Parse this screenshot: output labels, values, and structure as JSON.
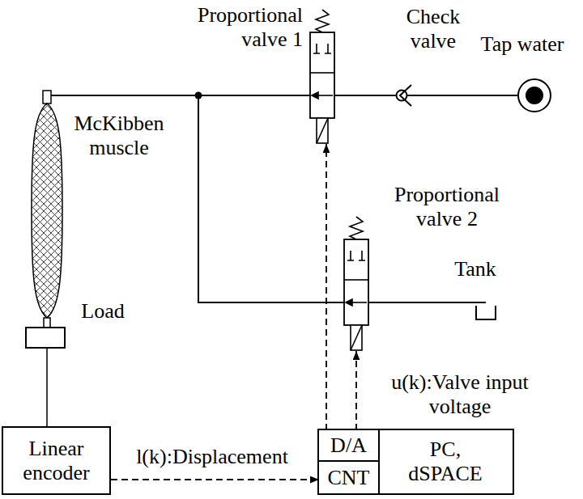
{
  "diagram": {
    "nodes": [
      {
        "text": [
          "Proportional valve 1"
        ]
      },
      {
        "text": [
          "Proportional valve 2"
        ]
      },
      {
        "text": [
          "Linear encoder"
        ]
      },
      {
        "text": [
          "PC, dSPACE"
        ]
      },
      {
        "text": [
          "D/A"
        ],
        "in": 3
      },
      {
        "text": [
          "CNT"
        ],
        "in": 3
      }
    ],
    "edges": [
      {
        "from": 2,
        "to": 5,
        "arrow": "to",
        "label": "l(k):Displacement"
      },
      {
        "from": 4,
        "to": 0,
        "arrow": "to"
      },
      {
        "from": 4,
        "to": 1,
        "arrow": "to",
        "label": "u(k):Valve input voltage"
      }
    ],
    "labels": [
      "Check valve",
      "Tap water",
      "McKibben muscle",
      "Tank",
      "Load"
    ]
  }
}
